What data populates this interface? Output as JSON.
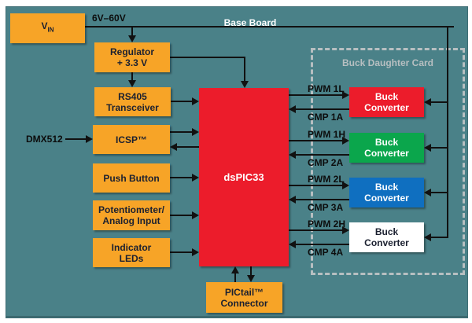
{
  "panel": {
    "title": "Base Board"
  },
  "daughter_card": {
    "title": "Buck Daughter Card"
  },
  "colors": {
    "background_teal": "#4a8188",
    "panel_border": "#3e6d74",
    "box_orange": "#f7a427",
    "box_red": "#ec1c2b",
    "box_green": "#0ba64c",
    "box_blue": "#0f6fc0",
    "box_white": "#ffffff",
    "dashed_border": "#b7bfc1",
    "line_black": "#111111",
    "box_text_dark": "#1b2030",
    "box_text_light": "#ffffff"
  },
  "blocks": {
    "vin": {
      "base": "V",
      "sub": "IN"
    },
    "regulator": {
      "line1": "Regulator",
      "line2": "+ 3.3 V"
    },
    "rs405": {
      "line1": "RS405",
      "line2": "Transceiver"
    },
    "icsp": {
      "label": "ICSP™"
    },
    "push_button": {
      "label": "Push Button"
    },
    "potentiometer": {
      "line1": "Potentiometer/",
      "line2": "Analog Input"
    },
    "indicator_leds": {
      "line1": "Indicator",
      "line2": "LEDs"
    },
    "dspic": {
      "label": "dsPIC33"
    },
    "pictail": {
      "line1": "PICtail™",
      "line2": "Connector"
    },
    "bucks": [
      {
        "line1": "Buck",
        "line2": "Converter",
        "color": "#ec1c2b",
        "text": "#ffffff"
      },
      {
        "line1": "Buck",
        "line2": "Converter",
        "color": "#0ba64c",
        "text": "#ffffff"
      },
      {
        "line1": "Buck",
        "line2": "Converter",
        "color": "#0f6fc0",
        "text": "#ffffff"
      },
      {
        "line1": "Buck",
        "line2": "Converter",
        "color": "#ffffff",
        "text": "#1b2030"
      }
    ]
  },
  "labels": {
    "rail": "6V–60V",
    "dmx": "DMX512",
    "pwm1l": "PWM 1L",
    "cmp1a": "CMP 1A",
    "pwm1h": "PWM 1H",
    "cmp2a": "CMP 2A",
    "pwm2l": "PWM 2L",
    "cmp3a": "CMP 3A",
    "pwm2h": "PWM 2H",
    "cmp4a": "CMP 4A"
  }
}
